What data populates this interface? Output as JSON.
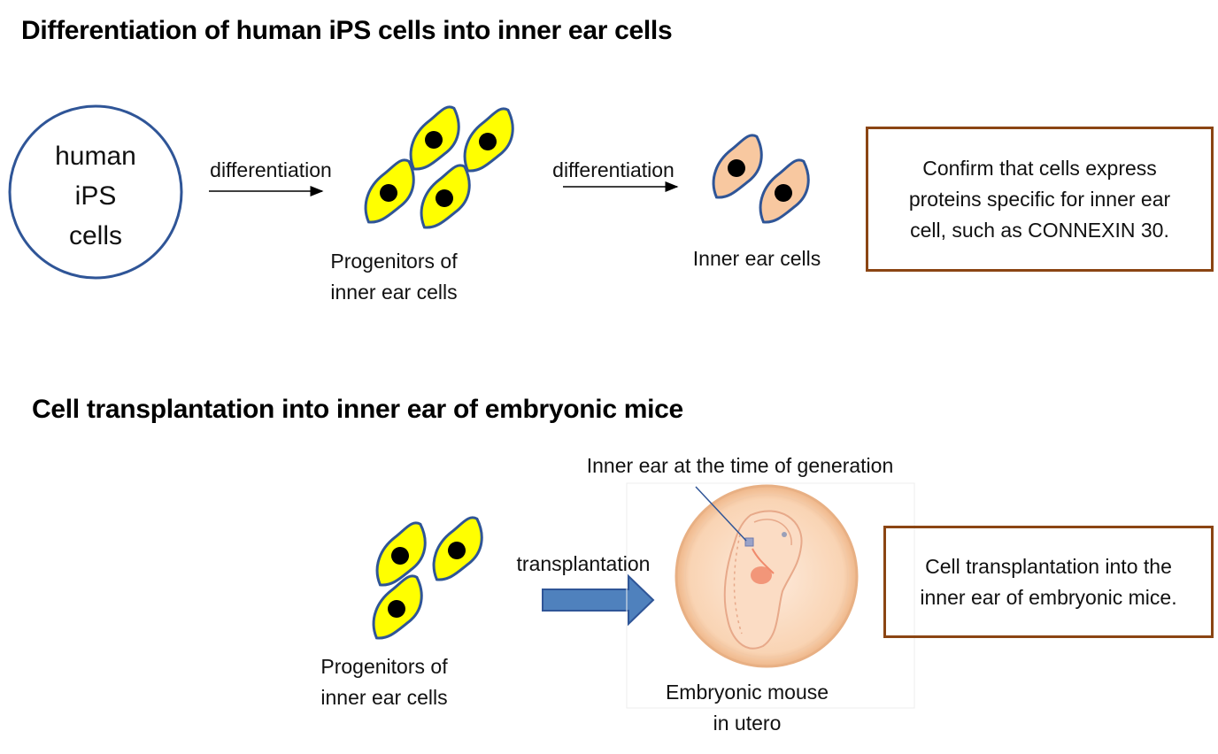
{
  "section1": {
    "title": "Differentiation of human iPS cells into inner ear cells",
    "ips_line1": "human",
    "ips_line2": "iPS",
    "ips_line3": "cells",
    "arrow1_label": "differentiation",
    "arrow2_label": "differentiation",
    "progenitor_line1": "Progenitors of",
    "progenitor_line2": "inner ear cells",
    "inner_ear_label": "Inner ear cells",
    "note_line1": "Confirm that cells express",
    "note_line2": "proteins specific for inner ear",
    "note_line3": "cell, such as CONNEXIN 30."
  },
  "section2": {
    "title": "Cell transplantation into inner ear of embryonic mice",
    "callout": "Inner ear at the time of generation",
    "arrow_label": "transplantation",
    "progenitor_line1": "Progenitors of",
    "progenitor_line2": "inner ear cells",
    "embryo_line1": "Embryonic mouse",
    "embryo_line2": "in utero",
    "note_line1": "Cell transplantation into the",
    "note_line2": "inner ear of embryonic mice."
  },
  "colors": {
    "progenitor_fill": "#FFFF00",
    "inner_ear_cell_fill": "#F8C8A0",
    "cell_outline": "#2F5597",
    "box_border": "#8B4513",
    "transplant_arrow": "#4F81BD"
  }
}
